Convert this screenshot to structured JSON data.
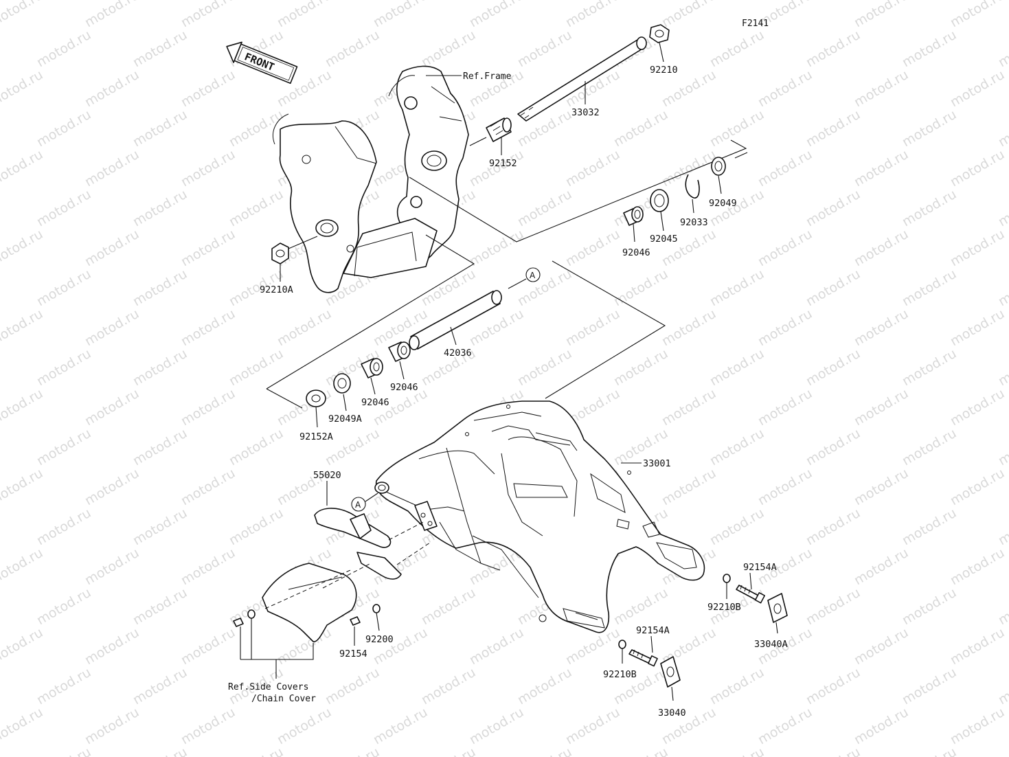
{
  "figure_code": "F2141",
  "front_arrow": {
    "text": "FRONT"
  },
  "watermark": {
    "text": "motod.ru",
    "color": "#d9d9d9"
  },
  "ref_labels": {
    "frame": "Ref.Frame",
    "side_covers_line1": "Ref.Side Covers",
    "side_covers_line2": "/Chain Cover"
  },
  "callout_marker": "A",
  "parts": {
    "p92210": "92210",
    "p33032": "33032",
    "p92152": "92152",
    "p92049": "92049",
    "p92033": "92033",
    "p92045": "92045",
    "p92046_upper": "92046",
    "p92210A": "92210A",
    "p42036": "42036",
    "p92046_mid1": "92046",
    "p92046_mid2": "92046",
    "p92049A": "92049A",
    "p92152A": "92152A",
    "p33001": "33001",
    "p55020": "55020",
    "p92154A_right": "92154A",
    "p92210B_right": "92210B",
    "p33040A": "33040A",
    "p92154A_low": "92154A",
    "p92210B_low": "92210B",
    "p33040": "33040",
    "p92200": "92200",
    "p92154": "92154"
  }
}
